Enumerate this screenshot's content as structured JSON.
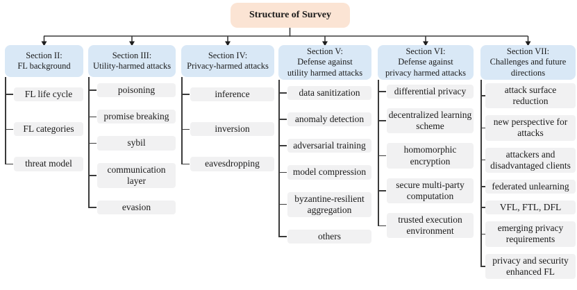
{
  "title": "Structure of Survey",
  "colors": {
    "root_fill": "#fbe4d4",
    "section_fill": "#d9e8f6",
    "item_fill": "#f1f1f2",
    "line": "#3a3a3a"
  },
  "columns": [
    {
      "header": "Section II:\nFL background",
      "items": [
        "FL life cycle",
        "FL categories",
        "threat model"
      ]
    },
    {
      "header": "Section III:\nUtility-harmed attacks",
      "items": [
        "poisoning",
        "promise breaking",
        "sybil",
        "communication layer",
        "evasion"
      ]
    },
    {
      "header": "Section IV:\nPrivacy-harmed attacks",
      "items": [
        "inference",
        "inversion",
        "eavesdropping"
      ]
    },
    {
      "header": "Section V:\nDefense against\nutility harmed attacks",
      "items": [
        "data sanitization",
        "anomaly detection",
        "adversarial training",
        "model compression",
        "byzantine-resilient aggregation",
        "others"
      ]
    },
    {
      "header": "Section VI:\nDefense against\nprivacy harmed attacks",
      "items": [
        "differential privacy",
        "decentralized learning scheme",
        "homomorphic encryption",
        "secure multi-party computation",
        "trusted execution environment"
      ]
    },
    {
      "header": "Section VII:\nChallenges and future\ndirections",
      "items": [
        "attack surface reduction",
        "new perspective for attacks",
        "attackers and disadvantaged clients",
        "federated unlearning",
        "VFL, FTL, DFL",
        "emerging privacy requirements",
        "privacy and security enhanced FL"
      ]
    }
  ]
}
